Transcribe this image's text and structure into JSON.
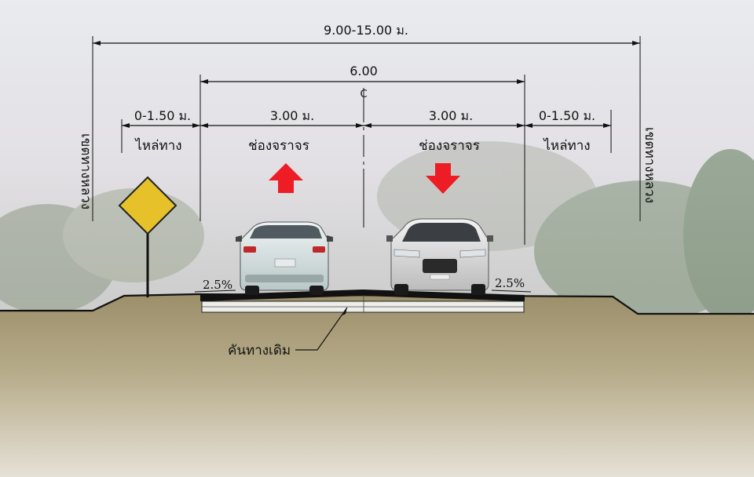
{
  "dimensions": {
    "total_width": "9.00-15.00 ม.",
    "pavement_width": "6.00",
    "lane_left": "3.00 ม.",
    "lane_right": "3.00 ม.",
    "shoulder_left": "0-1.50 ม.",
    "shoulder_right": "0-1.50 ม."
  },
  "zones": {
    "shoulder_left": "ไหล่ทาง",
    "lane_left": "ช่องจราจร",
    "lane_right": "ช่องจราจร",
    "shoulder_right": "ไหล่ทาง"
  },
  "row_label_left": "เขตทางหลวง",
  "row_label_right": "เขตทางหลวง",
  "centerline_symbol": "CL",
  "slopes": {
    "left": "2.5%",
    "right": "2.5%"
  },
  "existing_embankment": "คันทางเดิม",
  "colors": {
    "arrow": "#ee1c24",
    "sign": "#e6c12a",
    "ground": "#a89a72"
  },
  "icons": [
    "arrow-up-icon",
    "arrow-down-icon",
    "warning-sign-icon",
    "car-rear-icon",
    "car-front-icon"
  ]
}
